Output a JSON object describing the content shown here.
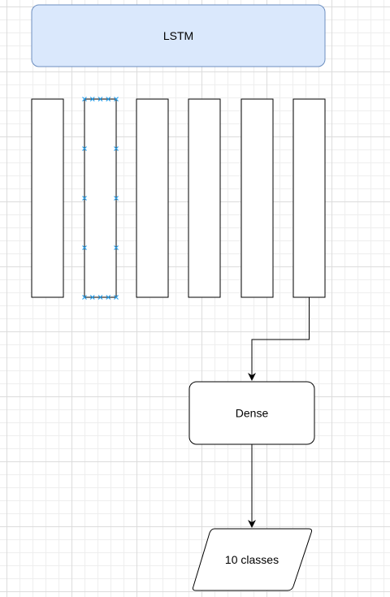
{
  "nodes": {
    "lstm": {
      "label": "LSTM",
      "fill": "#dae8fc",
      "stroke": "#6c8ebf"
    },
    "dense": {
      "label": "Dense"
    },
    "output": {
      "label": "10 classes"
    }
  },
  "timesteps": {
    "count": 6,
    "selected_index": 1
  },
  "colors": {
    "stroke": "#000000",
    "selection_handle": "#29a0ec",
    "grid_major": "#dcdcdc",
    "grid_minor": "#eeeeee"
  }
}
